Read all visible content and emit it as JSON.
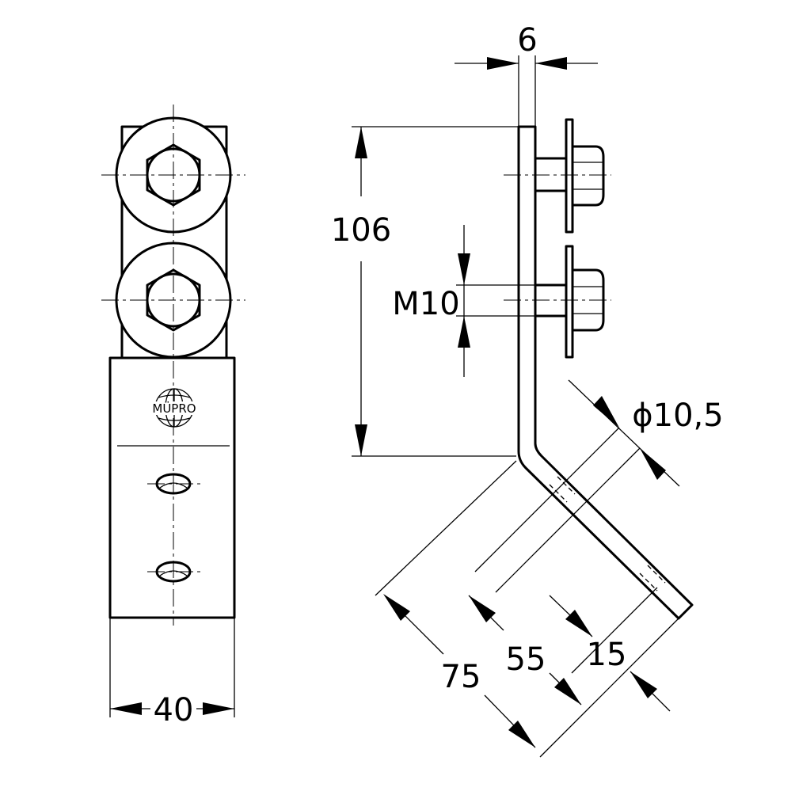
{
  "logo": {
    "text": "MÜPRO"
  },
  "dimensions": {
    "width": "40",
    "height": "106",
    "thickness": "6",
    "thread": "M10",
    "hole": "ϕ10,5",
    "offset_75": "75",
    "offset_55": "55",
    "offset_15": "15"
  }
}
